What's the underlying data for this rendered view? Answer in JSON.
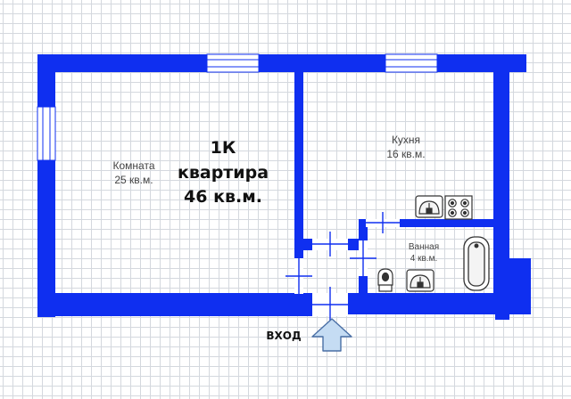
{
  "plan": {
    "title": {
      "line1": "1К",
      "line2": "квартира",
      "line3": "46 кв.м."
    },
    "rooms": [
      {
        "name": "Комната",
        "area": "25 кв.м."
      },
      {
        "name": "Кухня",
        "area": "16 кв.м."
      },
      {
        "name": "Ванная",
        "area": "4 кв.м."
      }
    ],
    "entrance": {
      "label": "ВХОД"
    }
  },
  "colors": {
    "wall": "#0f2ff0",
    "window": "#ffffff",
    "grid": "#d4d8de",
    "arrow_fill": "#c5dcf3",
    "arrow_stroke": "#4a6fa5"
  },
  "icons": [
    "stove-icon",
    "sink-icon",
    "toilet-icon",
    "bathtub-icon",
    "entrance-arrow-icon"
  ]
}
